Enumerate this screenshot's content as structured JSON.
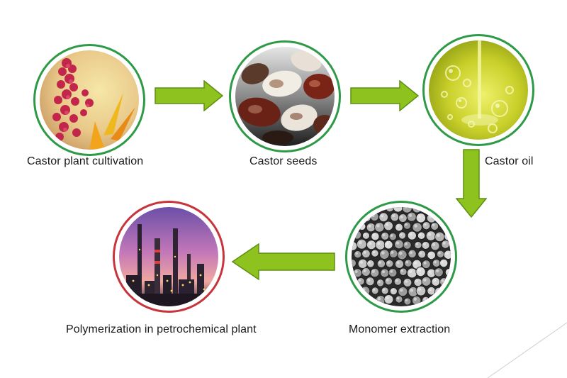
{
  "colors": {
    "ring_green": "#2e9a48",
    "ring_red": "#c8343c",
    "arrow_fill": "#8dc21f",
    "arrow_stroke": "#5e8f12"
  },
  "steps": [
    {
      "label": "Castor plant cultivation",
      "icon": "castor-plant-photo"
    },
    {
      "label": "Castor seeds",
      "icon": "castor-seeds-photo"
    },
    {
      "label": "Castor oil",
      "icon": "castor-oil-photo"
    },
    {
      "label": "Monomer extraction",
      "icon": "monomer-microscope-photo"
    },
    {
      "label": "Polymerization in petrochemical plant",
      "icon": "petrochemical-plant-photo"
    }
  ]
}
